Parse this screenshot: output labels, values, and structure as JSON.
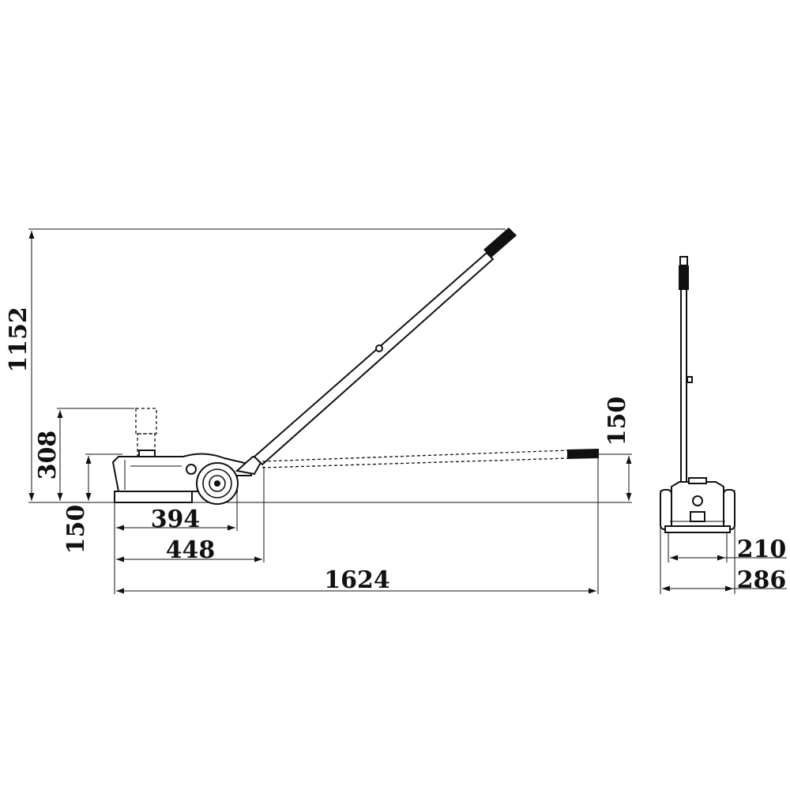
{
  "diagram": {
    "subject": "floor jack dimension drawing",
    "line_color": "#111111",
    "background": "#ffffff"
  },
  "dimensions": {
    "max_height": "1152",
    "lift_height": "308",
    "min_height": "150",
    "handle_min_height": "150",
    "chassis_length": "394",
    "base_length": "448",
    "total_length": "1624",
    "inner_width": "210",
    "total_width": "286"
  }
}
